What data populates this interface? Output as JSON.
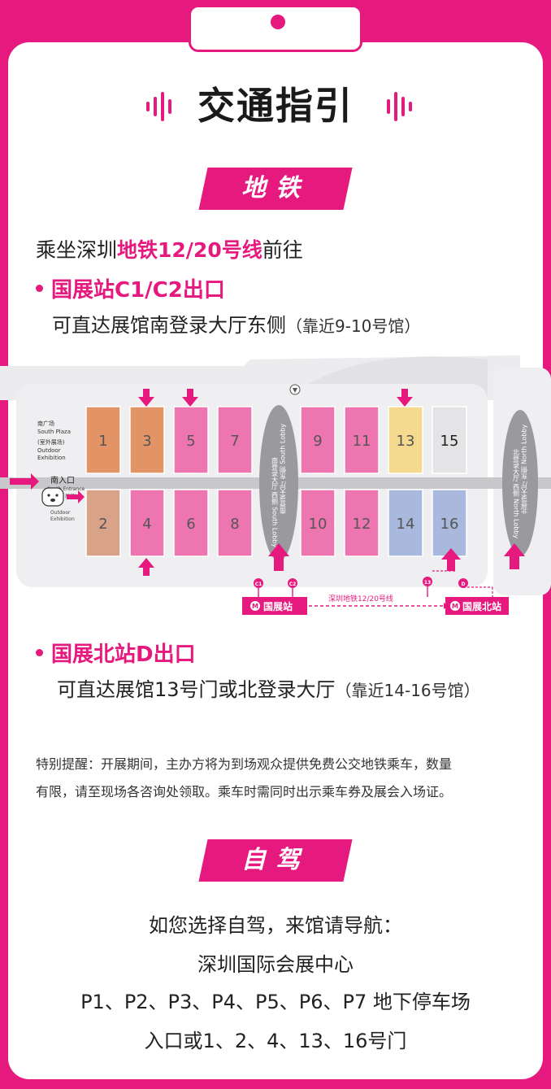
{
  "header": {
    "title": "交通指引"
  },
  "metro": {
    "banner": "地铁",
    "intro_prefix": "乘坐深圳",
    "intro_highlight": "地铁12/20号线",
    "intro_suffix": "前往",
    "exit1": {
      "title": "国展站C1/C2出口",
      "desc": "可直达展馆南登录大厅东侧",
      "note": "（靠近9-10号馆）"
    },
    "exit2": {
      "title": "国展北站D出口",
      "desc": "可直达展馆13号门或北登录大厅",
      "note": "（靠近14-16号馆）"
    },
    "reminder_line1": "特别提醒：开展期间，主办方将为到场观众提供免费公交地铁乘车，数量",
    "reminder_line2": "有限，请至现场各咨询处领取。乘车时需同时出示乘车券及展会入场证。"
  },
  "map": {
    "halls_top": [
      "1",
      "3",
      "5",
      "7",
      "9",
      "11",
      "13",
      "15"
    ],
    "halls_bottom": [
      "2",
      "4",
      "6",
      "8",
      "10",
      "12",
      "14",
      "16"
    ],
    "south_plaza": [
      "南广场",
      "South Plaza",
      "(室外展场)",
      "Outdoor",
      "Exhibition"
    ],
    "south_entrance": [
      "南入口",
      "South Entrance"
    ],
    "outdoor_small": [
      "展场)",
      "Outdoor",
      "Exhibition"
    ],
    "south_lobby_west": "南登录大厅 西侧 South Lobby",
    "south_lobby_east": "南登录大厅 东侧 South Lobby",
    "north_lobby_west": "北登录大厅 西侧 North Lobby",
    "north_lobby_east": "北登录大厅 东侧 North Lobby",
    "metro_line": "深圳地铁12/20号线",
    "station1": "国展站",
    "station2": "国展北站",
    "exits": [
      "C1",
      "C2",
      "13",
      "D"
    ],
    "metro_logo": "M",
    "colors": {
      "orange": "#e29466",
      "tan": "#d9a389",
      "pink": "#ee76b0",
      "yellow": "#f5d98e",
      "blue": "#a9b9de",
      "grey": "#e4e4e6",
      "accent": "#e6197f"
    }
  },
  "drive": {
    "banner": "自驾",
    "line1": "如您选择自驾，来馆请导航：",
    "line2": "深圳国际会展中心",
    "line3": "P1、P2、P3、P4、P5、P6、P7 地下停车场",
    "line4": "入口或1、2、4、13、16号门"
  }
}
